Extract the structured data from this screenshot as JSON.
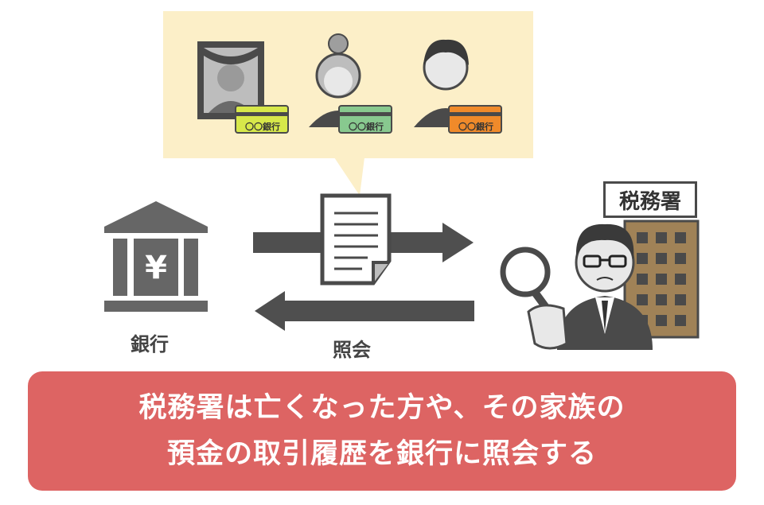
{
  "bubble": {
    "cards": [
      {
        "label": "〇〇銀行",
        "color": "#d7e84a"
      },
      {
        "label": "〇〇銀行",
        "color": "#88c98f"
      },
      {
        "label": "〇〇銀行",
        "color": "#f08a2a"
      }
    ]
  },
  "bank": {
    "label": "銀行"
  },
  "flow": {
    "label": "照会"
  },
  "tax_office": {
    "sign": "税務署"
  },
  "banner": {
    "line1": "税務署は亡くなった方や、その家族の",
    "line2": "預金の取引履歴を銀行に照会する"
  },
  "colors": {
    "bubble": "#fcefc8",
    "banner": "#dd6463",
    "building": "#a08257",
    "dark": "#4a4a4a"
  }
}
